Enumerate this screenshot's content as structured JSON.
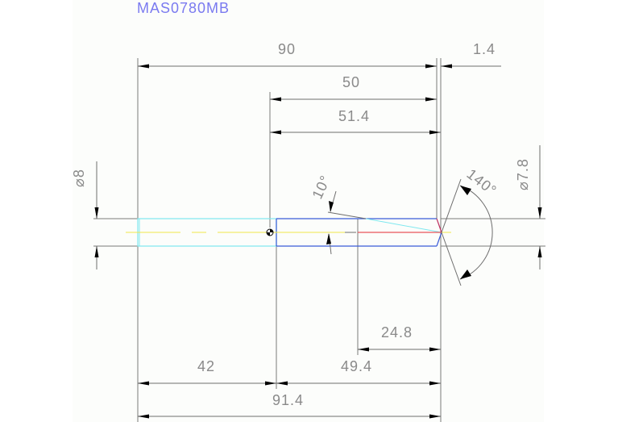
{
  "drawing": {
    "part_number": "MAS0780MB",
    "colors": {
      "title": "#7a7af0",
      "dimension_text": "#8a8a8a",
      "dimension_line": "#6e6e6e",
      "shank_outline": "#7fe8ef",
      "body_outline": "#3a5bd8",
      "centerline": "#f0e64a",
      "flute_line": "#e8545a",
      "taper_line": "#7fe8ef",
      "sheet": "#fcfdfb"
    },
    "dimensions": {
      "overall_length": "90",
      "tip_offset": "1.4",
      "body_length": "50",
      "body_length_with_tip": "51.4",
      "shank_diameter": "⌀8",
      "body_diameter": "⌀7.8",
      "point_angle": "140°",
      "taper_angle": "10°",
      "shank_length": "42",
      "total_length": "91.4",
      "body_to_tip": "49.4",
      "flute_length": "24.8"
    }
  }
}
